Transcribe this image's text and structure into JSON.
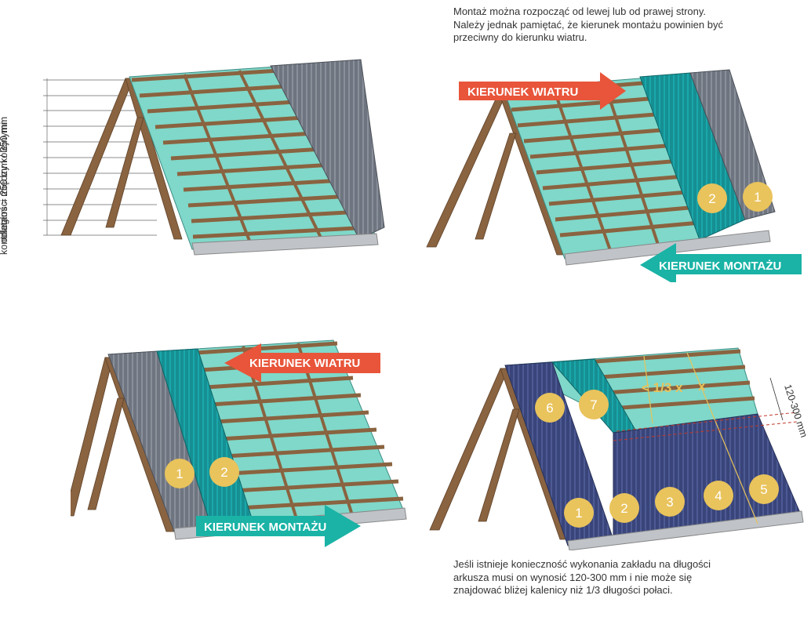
{
  "captions": {
    "top": "Montaż można rozpocząć od lewej lub od prawej strony. Należy jednak pamiętać, że kierunek montażu powinien być przeciwny do kierunku wiatru.",
    "bottom": "Jeśli istnieje konieczność wykonania zakładu na długości arkusza musi on wynosić 120-300 mm i nie może się znajdować bliżej kalenicy niż 1/3 długości połaci."
  },
  "spacing_label": {
    "line1": "odległości między kolejnymi",
    "line2": "kontrłatami = 250 mm / 350 mm"
  },
  "labels": {
    "wind": "KIERUNEK WIATRU",
    "assembly": "KIERUNEK MONTAŻU"
  },
  "panel_top_right": {
    "sheet_numbers": [
      "2",
      "1"
    ]
  },
  "panel_bottom_left": {
    "sheet_numbers": [
      "1",
      "2"
    ]
  },
  "panel_bottom_right": {
    "sheet_numbers_bottom": [
      "1",
      "2",
      "3",
      "4",
      "5"
    ],
    "sheet_numbers_top": [
      "6",
      "7"
    ],
    "overlap_measure": "120-300 mm",
    "fraction_label": "< 1/3 x",
    "x_label": "x"
  },
  "colors": {
    "wind_arrow": "#e8553a",
    "assembly_arrow": "#1ab3a6",
    "number_badge": "#e9c35c",
    "roof_sheet_grey": "#6f7580",
    "roof_sheet_teal": "#168f92",
    "roof_sheet_navy": "#39457a",
    "glass": "#7fd8c9",
    "timber": "#8a6340"
  }
}
